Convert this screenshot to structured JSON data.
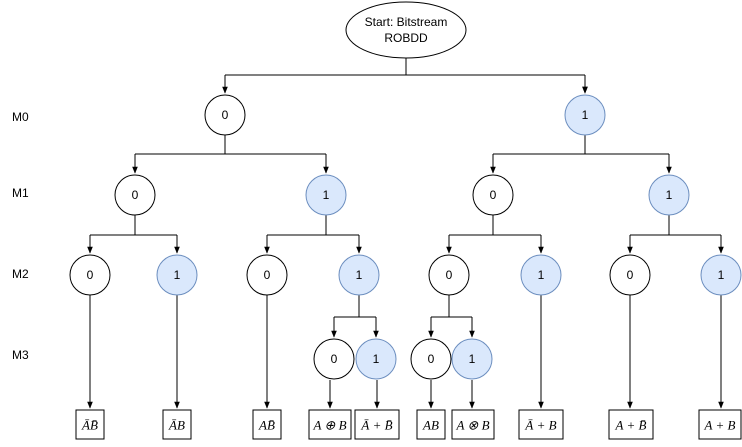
{
  "start": {
    "line1": "Start: Bitstream",
    "line2": "ROBDD"
  },
  "levels": [
    "M0",
    "M1",
    "M2",
    "M3"
  ],
  "colors": {
    "bit_one_fill": "#dae8fc",
    "bit_one_stroke": "#6c8ebf",
    "bit_zero_fill": "#ffffff",
    "stroke": "#000000"
  },
  "nodes": {
    "m0": [
      "0",
      "1"
    ],
    "m1": [
      "0",
      "1",
      "0",
      "1"
    ],
    "m2": [
      "0",
      "1",
      "0",
      "1",
      "0",
      "1",
      "0",
      "1"
    ],
    "m3": [
      "0",
      "1",
      "0",
      "1"
    ]
  },
  "leaves": [
    "ĀB̄",
    "ĀB",
    "AB̄",
    "A ⊕ B",
    "Ā + B̄",
    "AB",
    "A ⊗ B",
    "Ā + B",
    "A + B̄",
    "A + B"
  ]
}
